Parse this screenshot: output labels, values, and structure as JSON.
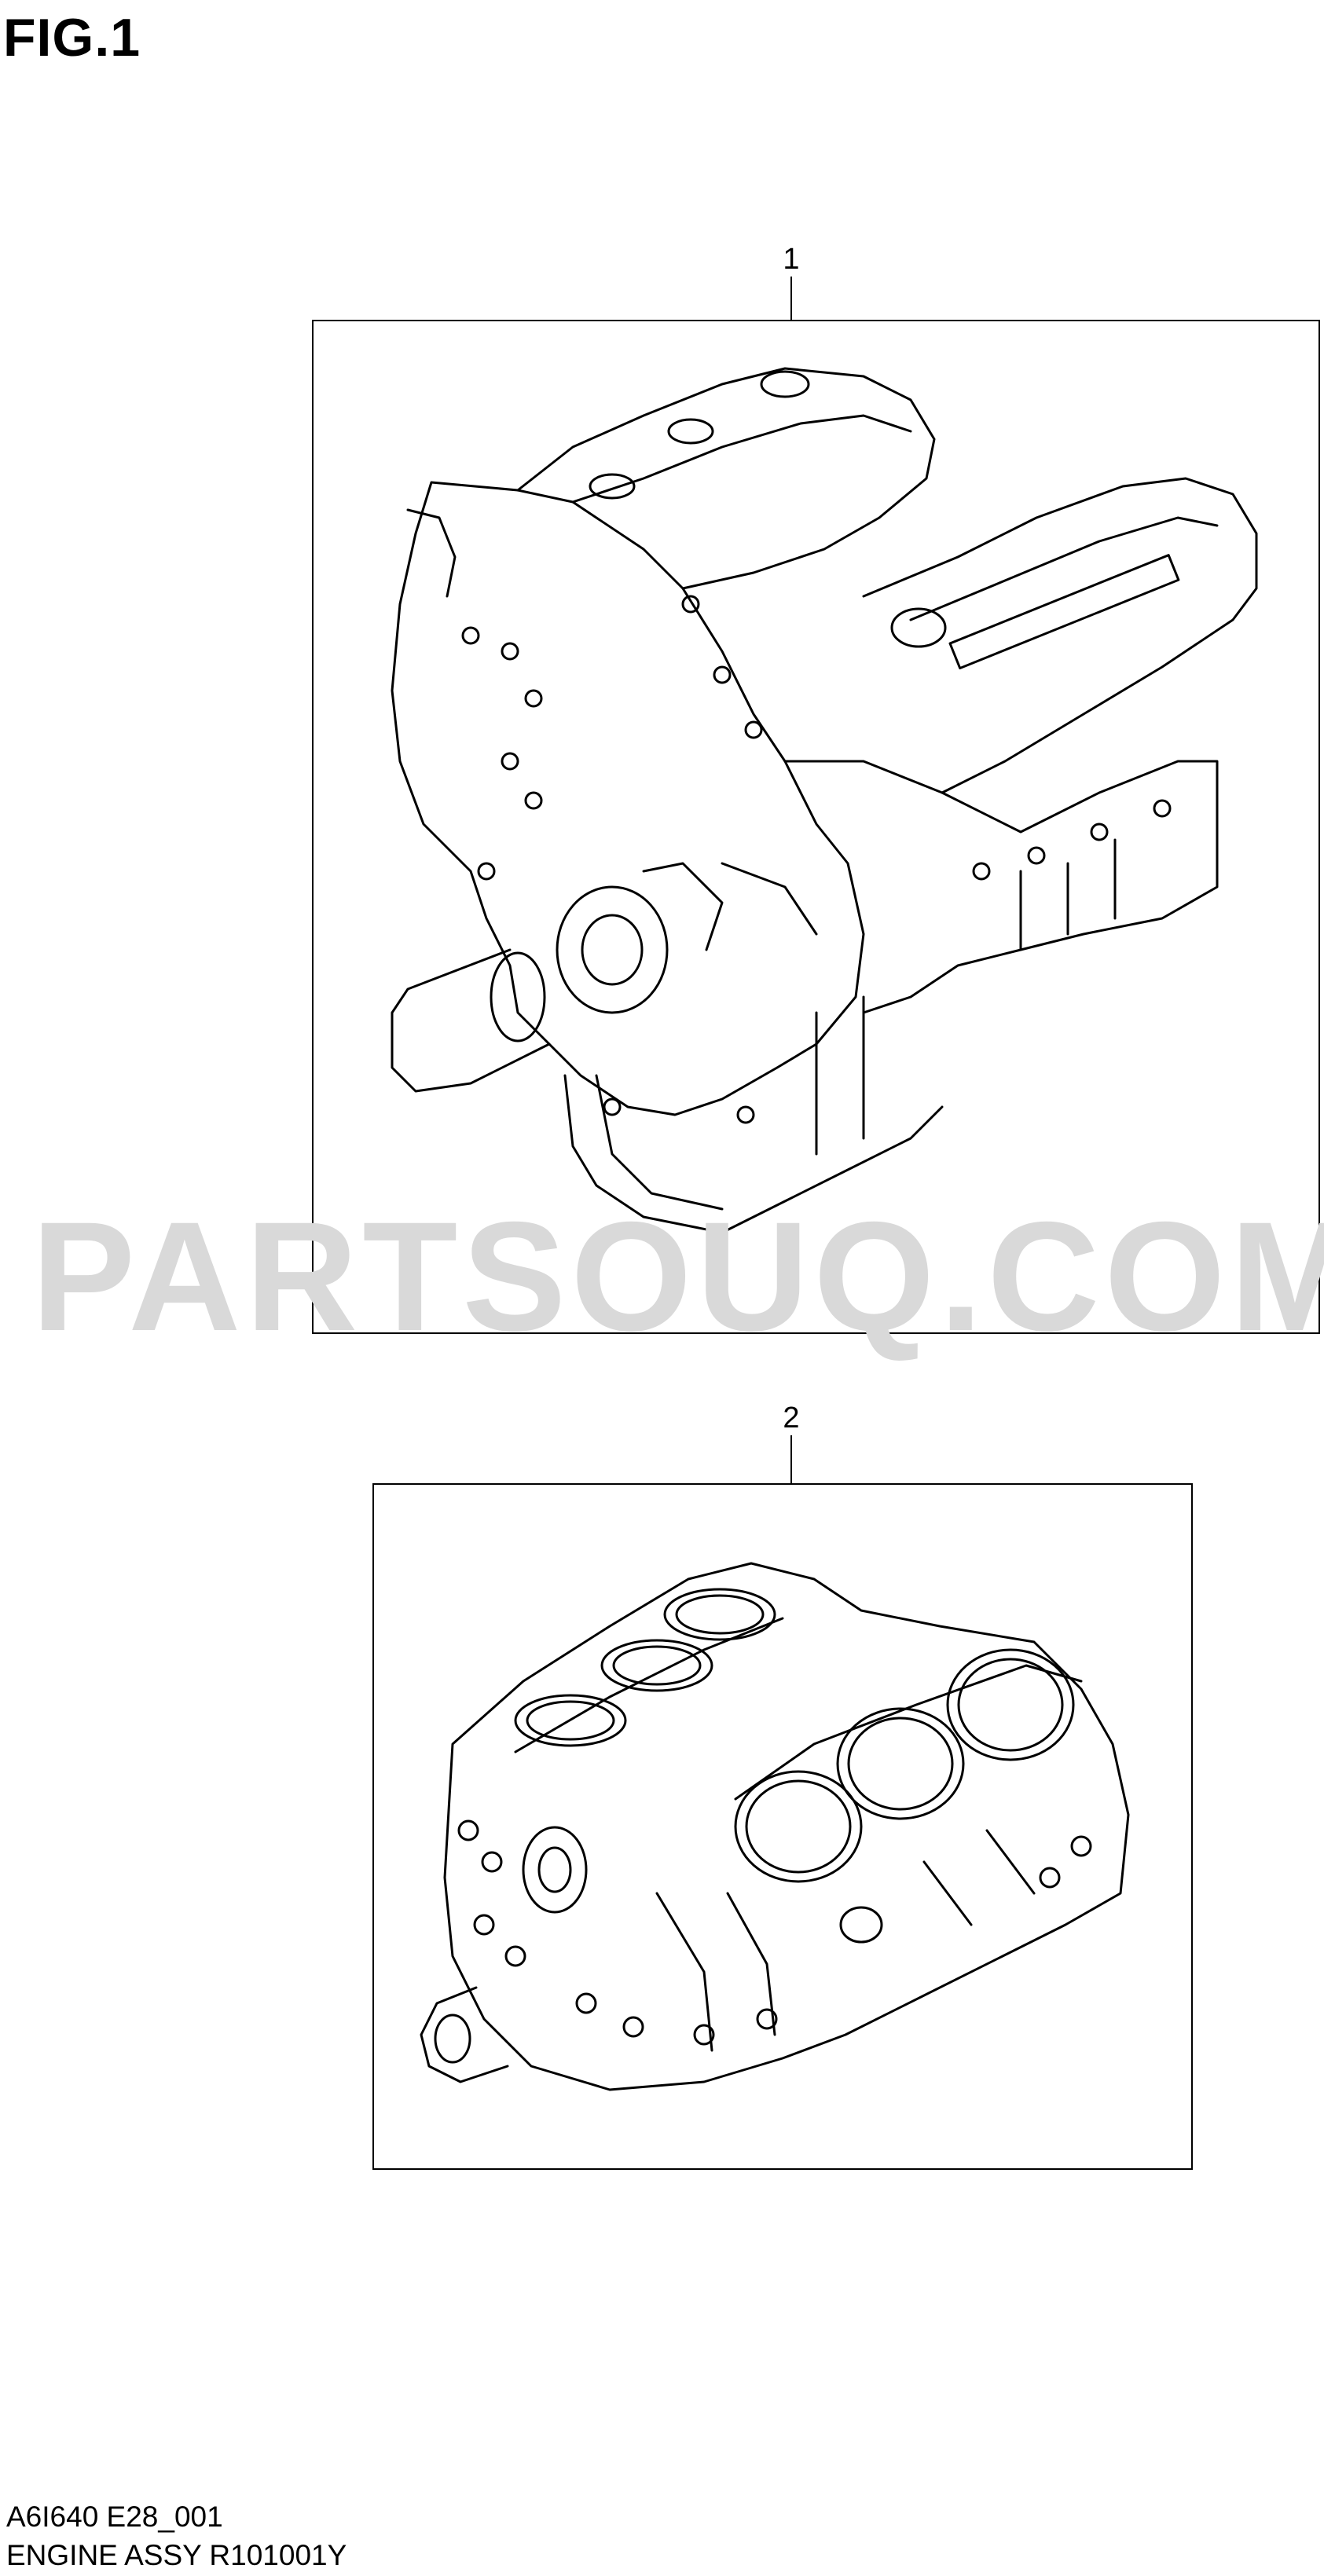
{
  "figure": {
    "title": "FIG.1"
  },
  "watermark": {
    "text": "PARTSOUQ.COM"
  },
  "parts": [
    {
      "callout": "1",
      "icon": "complete-engine-assembly-illustration"
    },
    {
      "callout": "2",
      "icon": "cylinder-block-illustration"
    }
  ],
  "footer": {
    "code": "A6I640 E28_001",
    "description": "ENGINE ASSY R101001Y"
  }
}
